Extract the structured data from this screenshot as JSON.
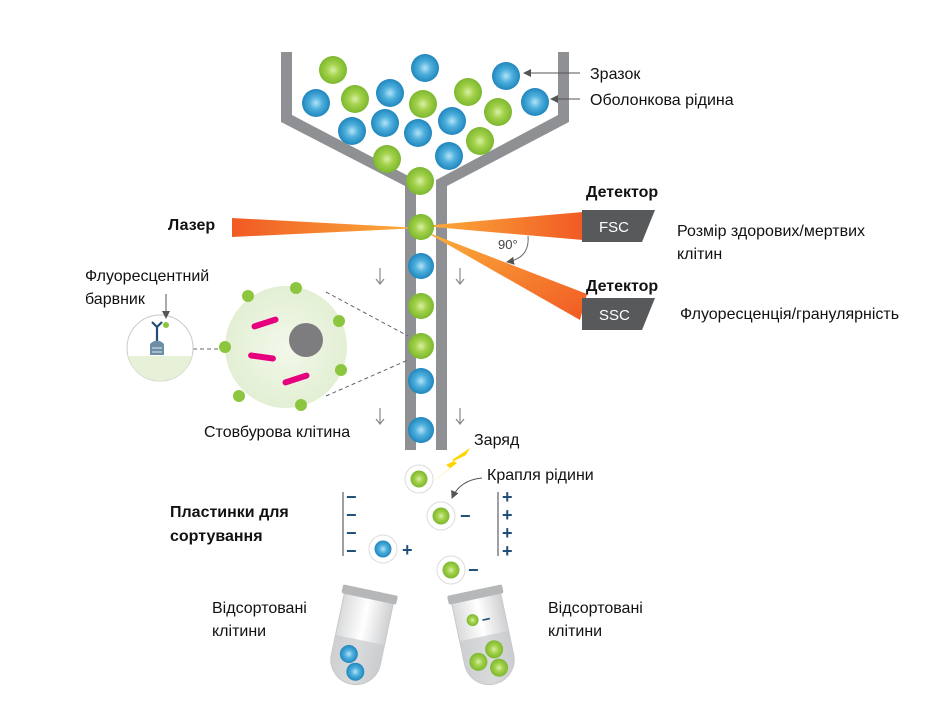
{
  "labels": {
    "sample": "Зразок",
    "sheath_fluid": "Оболонкова рідина",
    "detector_fsc": "Детектор",
    "detector_ssc": "Детектор",
    "fsc_badge": "FSC",
    "ssc_badge": "SSC",
    "laser": "Лазер",
    "angle": "90°",
    "size_line1": "Розмір здорових/мертвих",
    "size_line2": "клітин",
    "fluor_granularity": "Флуоресценція/гранулярність",
    "dye_line1": "Флуоресцентний",
    "dye_line2": "барвник",
    "stem_cell": "Стовбурова клітина",
    "charge": "Заряд",
    "droplet": "Крапля рідини",
    "plates_line1": "Пластинки для",
    "plates_line2": "сортування",
    "sorted_left_line1": "Відсортовані",
    "sorted_left_line2": "клітини",
    "sorted_right_line1": "Відсортовані",
    "sorted_right_line2": "клітини",
    "minus": "−",
    "plus": "+"
  },
  "colors": {
    "green_cell": "#8cc63f",
    "blue_cell": "#2a96cc",
    "laser_orange": "#f7941d",
    "detector_gray": "#58595b",
    "tube_gray": "#9d9fa2",
    "charge_navy": "#1f4e79",
    "dye_pink": "#e6007e",
    "nucleus_gray": "#7d7d80",
    "stem_bg": "#e9f3dc",
    "bolt_yellow": "#ffd400"
  }
}
